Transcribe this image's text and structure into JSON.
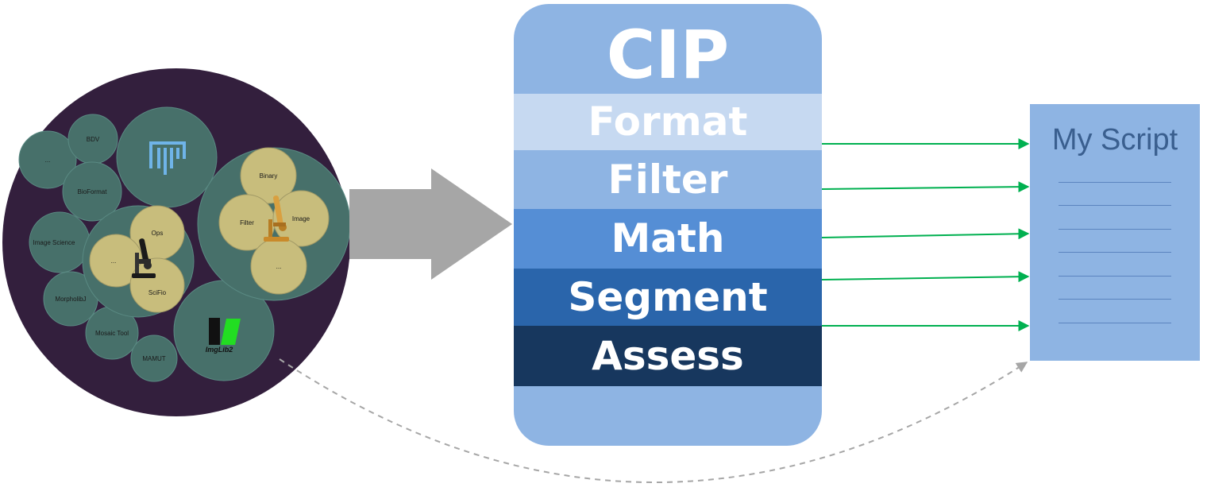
{
  "ecosystem": {
    "title": "ImageJ Ecosystem",
    "colors": {
      "outer": "#331f3d",
      "bubble": "#47706a",
      "stroke": "#5a8a83",
      "inner": "#c8bd7c"
    },
    "bubbles": {
      "unnamed": "...",
      "bdv": "BDV",
      "bioformat": "BioFormat",
      "image_science": "Image Science",
      "morpholibj": "MorpholibJ",
      "mosaic_tool": "Mosaic Tool",
      "mamut": "MAMUT",
      "imglib2": "ImgLib2"
    },
    "imagej_group": {
      "ops": "Ops",
      "unnamed": "...",
      "scifio": "SciFio"
    },
    "imagej_ops_group": {
      "binary": "Binary",
      "filter": "Filter",
      "image": "Image",
      "unnamed": "..."
    }
  },
  "cip": {
    "title": "CIP",
    "layers": [
      {
        "label": "Format",
        "color": "#c6d9f1"
      },
      {
        "label": "Filter",
        "color": "#8eb4e3"
      },
      {
        "label": "Math",
        "color": "#558ed5"
      },
      {
        "label": "Segment",
        "color": "#2a65ab"
      },
      {
        "label": "Assess",
        "color": "#17375e"
      }
    ]
  },
  "script": {
    "title": "My Script"
  },
  "colors": {
    "big_arrow": "#a6a6a6",
    "green_arrow": "#00b050",
    "dashed_arrow": "#a6a6a6"
  }
}
